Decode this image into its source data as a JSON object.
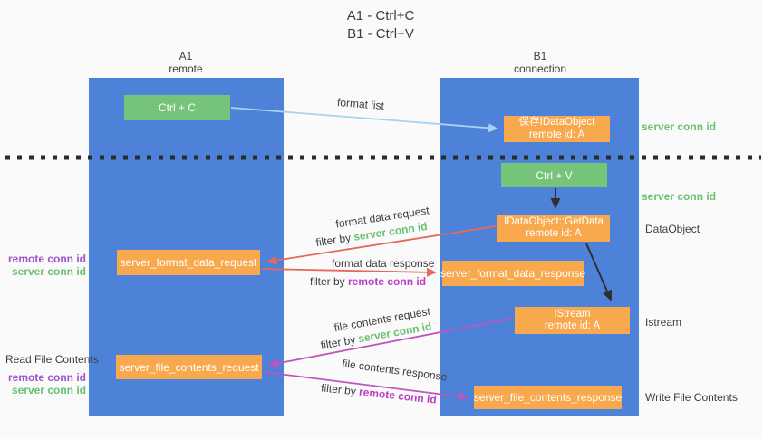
{
  "title": {
    "line1": "A1 - Ctrl+C",
    "line2": "B1 - Ctrl+V"
  },
  "columns": {
    "left": {
      "name": "A1",
      "role": "remote"
    },
    "right": {
      "name": "B1",
      "role": "connection"
    }
  },
  "boxes": {
    "ctrl_c": {
      "label": "Ctrl + C"
    },
    "save_dataobject": {
      "line1": "保存IDataObject",
      "line2": "remote id: A"
    },
    "ctrl_v": {
      "label": "Ctrl + V"
    },
    "getdata": {
      "line1": "IDataObject::GetData",
      "line2": "remote id: A"
    },
    "format_request": {
      "label": "server_format_data_request"
    },
    "format_response": {
      "label": "server_format_data_response"
    },
    "istream": {
      "line1": "IStream",
      "line2": "remote id: A"
    },
    "file_request": {
      "label": "server_file_contents_request"
    },
    "file_response": {
      "label": "server_file_contents_response"
    }
  },
  "side": {
    "server_conn_id_top": "server conn id",
    "server_conn_id_mid": "server conn id",
    "dataobject": "DataObject",
    "istream": "Istream",
    "write_file_contents": "Write File Contents",
    "read_file_contents": "Read File Contents",
    "remote_conn_id_1": "remote conn id",
    "server_conn_id_1": "server conn id",
    "remote_conn_id_2": "remote conn id",
    "server_conn_id_2": "server conn id"
  },
  "flow": {
    "format_list": "format list",
    "format_data_request": "format data request",
    "format_data_response": "format data response",
    "file_contents_request": "file contents request",
    "file_contents_response": "file contents response",
    "filter_by": "filter by ",
    "server_conn_id": "server conn id",
    "remote_conn_id": "remote conn id"
  },
  "colors": {
    "column_blue": "#4d82d8",
    "box_green": "#76c47a",
    "box_orange": "#f9a94d",
    "arrow_blue": "#a9d3ef",
    "arrow_red": "#e8685e",
    "arrow_magenta": "#bf55bd",
    "arrow_black": "#2f2f2f",
    "green_text": "#68c171",
    "purple_text": "#a053cb",
    "magenta_text": "#bb3fc2",
    "divider_black": "#2b2b2b"
  }
}
